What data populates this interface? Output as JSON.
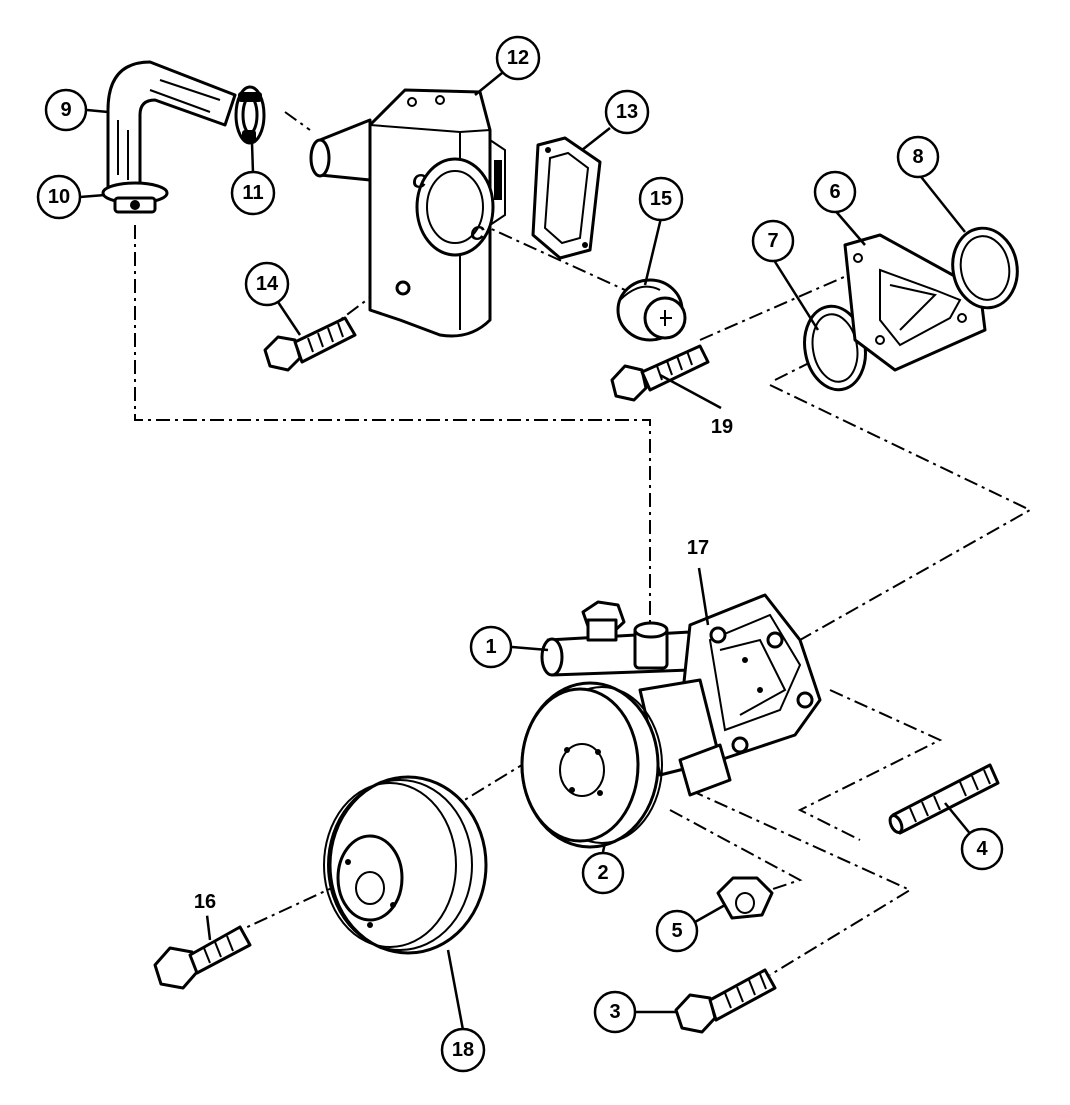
{
  "callouts": [
    {
      "id": "1",
      "label": "1"
    },
    {
      "id": "2",
      "label": "2"
    },
    {
      "id": "3",
      "label": "3"
    },
    {
      "id": "4",
      "label": "4"
    },
    {
      "id": "5",
      "label": "5"
    },
    {
      "id": "6",
      "label": "6"
    },
    {
      "id": "7",
      "label": "7"
    },
    {
      "id": "8",
      "label": "8"
    },
    {
      "id": "9",
      "label": "9"
    },
    {
      "id": "10",
      "label": "10"
    },
    {
      "id": "11",
      "label": "11"
    },
    {
      "id": "12",
      "label": "12"
    },
    {
      "id": "13",
      "label": "13"
    },
    {
      "id": "14",
      "label": "14"
    },
    {
      "id": "15",
      "label": "15"
    },
    {
      "id": "16",
      "label": "16"
    },
    {
      "id": "17",
      "label": "17"
    },
    {
      "id": "18",
      "label": "18"
    },
    {
      "id": "19",
      "label": "19"
    }
  ],
  "housing_marks": {
    "left": "C",
    "right": "C"
  }
}
